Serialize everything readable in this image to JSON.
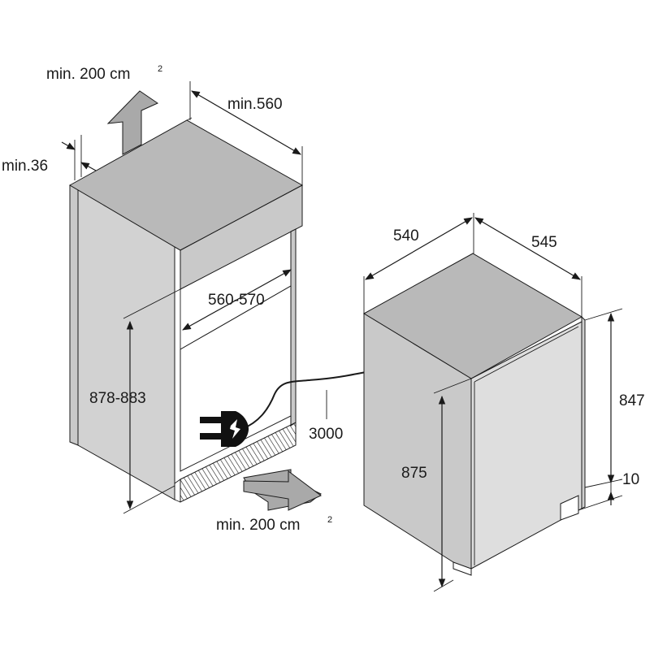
{
  "ventilation_top": {
    "label": "min. 200 cm",
    "sup": "2"
  },
  "ventilation_bottom": {
    "label": "min. 200 cm",
    "sup": "2"
  },
  "niche": {
    "gap_label": "min.36",
    "depth_label": "min.560",
    "width_label": "560-570",
    "height_label": "878-883"
  },
  "cable": {
    "length_label": "3000"
  },
  "appliance": {
    "width_label": "540",
    "depth_label": "545",
    "door_height_label": "847",
    "plinth_label": "10",
    "height_label": "875"
  },
  "colors": {
    "line": "#1a1a1a",
    "panel": "#c9c9c9",
    "arrow": "#a9a9a9"
  }
}
